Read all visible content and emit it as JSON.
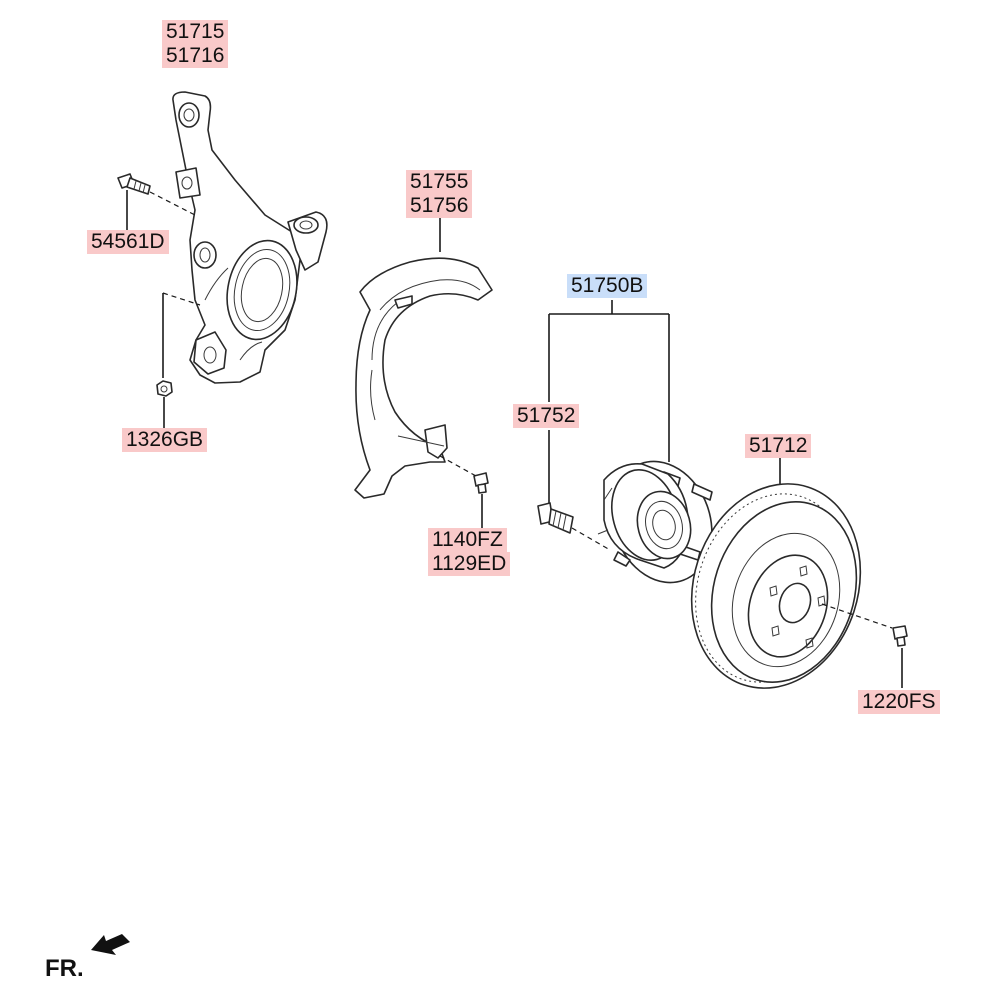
{
  "callouts": {
    "knuckle_a": "51715",
    "knuckle_b": "51716",
    "bolt": "54561D",
    "nut": "1326GB",
    "shield_a": "51755",
    "shield_b": "51756",
    "shield_screw_a": "1140FZ",
    "shield_screw_b": "1129ED",
    "hub_assy": "51750B",
    "hub_bolt": "51752",
    "disc": "51712",
    "disc_screw": "1220FS"
  },
  "direction_label": "FR.",
  "colors": {
    "pink_highlight": "#f9c9c9",
    "blue_highlight": "#c9def9",
    "line": "#2a2a2a"
  }
}
